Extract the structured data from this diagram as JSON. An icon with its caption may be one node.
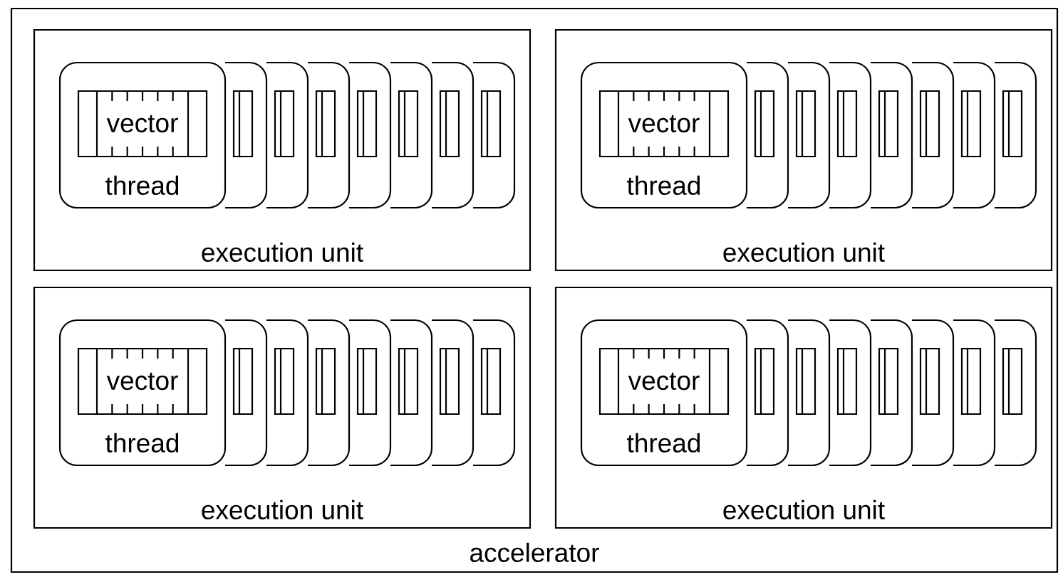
{
  "diagram": {
    "nodes": [
      {
        "text": [
          "accelerator"
        ]
      },
      {
        "text": [
          "execution unit"
        ],
        "in": 0
      },
      {
        "text": [
          "thread"
        ],
        "in": 1
      },
      {
        "text": [
          "vector"
        ],
        "in": 2
      },
      {
        "text": [],
        "shape": "box",
        "in": 1
      },
      {
        "text": [],
        "shape": "box",
        "in": 1
      },
      {
        "text": [],
        "shape": "box",
        "in": 1
      },
      {
        "text": [],
        "shape": "box",
        "in": 1
      },
      {
        "text": [],
        "shape": "box",
        "in": 1
      },
      {
        "text": [],
        "shape": "box",
        "in": 1
      },
      {
        "text": [],
        "shape": "box",
        "in": 1
      },
      {
        "text": [
          "execution unit"
        ],
        "in": 0
      },
      {
        "text": [
          "thread"
        ],
        "in": 11
      },
      {
        "text": [
          "vector"
        ],
        "in": 12
      },
      {
        "text": [],
        "shape": "box",
        "in": 11
      },
      {
        "text": [],
        "shape": "box",
        "in": 11
      },
      {
        "text": [],
        "shape": "box",
        "in": 11
      },
      {
        "text": [],
        "shape": "box",
        "in": 11
      },
      {
        "text": [],
        "shape": "box",
        "in": 11
      },
      {
        "text": [],
        "shape": "box",
        "in": 11
      },
      {
        "text": [],
        "shape": "box",
        "in": 11
      },
      {
        "text": [
          "execution unit"
        ],
        "in": 0
      },
      {
        "text": [
          "thread"
        ],
        "in": 21
      },
      {
        "text": [
          "vector"
        ],
        "in": 22
      },
      {
        "text": [],
        "shape": "box",
        "in": 21
      },
      {
        "text": [],
        "shape": "box",
        "in": 21
      },
      {
        "text": [],
        "shape": "box",
        "in": 21
      },
      {
        "text": [],
        "shape": "box",
        "in": 21
      },
      {
        "text": [],
        "shape": "box",
        "in": 21
      },
      {
        "text": [],
        "shape": "box",
        "in": 21
      },
      {
        "text": [],
        "shape": "box",
        "in": 21
      },
      {
        "text": [
          "execution unit"
        ],
        "in": 0
      },
      {
        "text": [
          "thread"
        ],
        "in": 31
      },
      {
        "text": [
          "vector"
        ],
        "in": 32
      },
      {
        "text": [],
        "shape": "box",
        "in": 31
      },
      {
        "text": [],
        "shape": "box",
        "in": 31
      },
      {
        "text": [],
        "shape": "box",
        "in": 31
      },
      {
        "text": [],
        "shape": "box",
        "in": 31
      },
      {
        "text": [],
        "shape": "box",
        "in": 31
      },
      {
        "text": [],
        "shape": "box",
        "in": 31
      },
      {
        "text": [],
        "shape": "box",
        "in": 31
      }
    ]
  }
}
